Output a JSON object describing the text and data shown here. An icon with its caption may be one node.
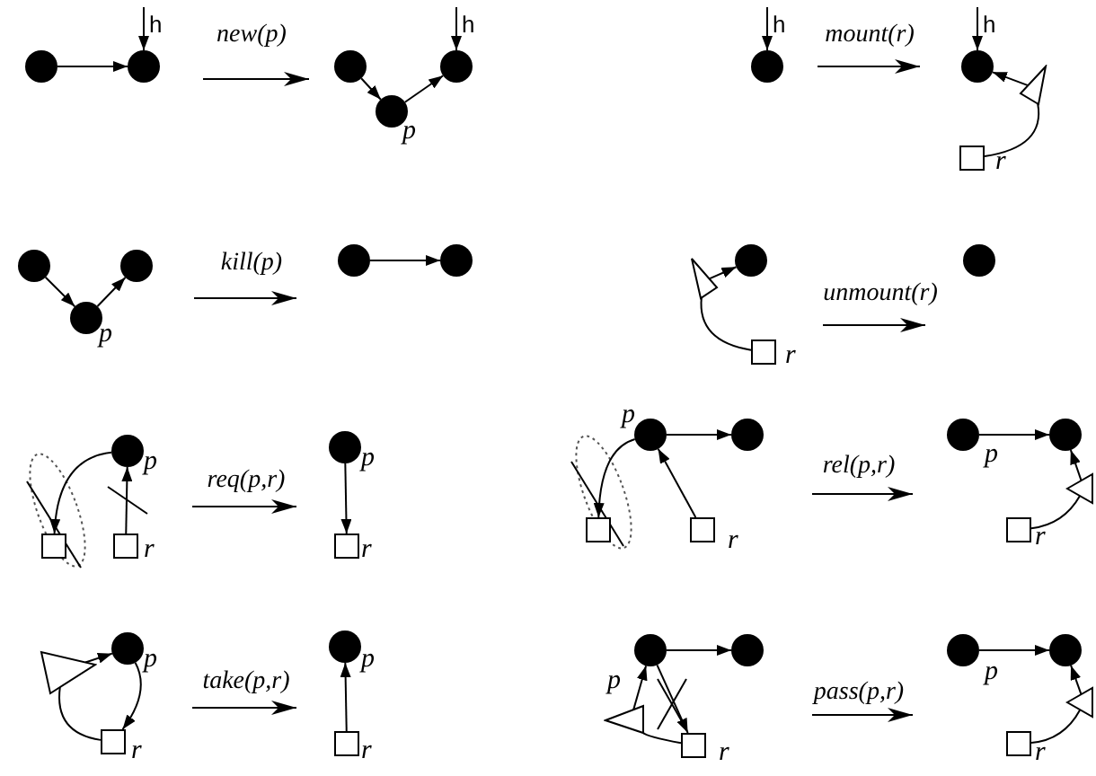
{
  "diagram": {
    "nodes": [
      {
        "text": [],
        "shape": "circle"
      },
      {
        "text": [],
        "shape": "circle"
      },
      {
        "text": [],
        "shape": "circle"
      },
      {
        "text": [],
        "shape": "circle",
        "beside": [
          "p"
        ]
      },
      {
        "text": [],
        "shape": "circle"
      },
      {
        "text": [],
        "shape": "circle"
      },
      {
        "text": [],
        "shape": "circle"
      },
      {
        "text": [],
        "shape": "triangle"
      },
      {
        "text": [],
        "shape": "box",
        "beside": [
          "r"
        ]
      },
      {
        "text": [],
        "shape": "circle"
      },
      {
        "text": [],
        "shape": "circle"
      },
      {
        "text": [],
        "shape": "circle",
        "beside": [
          "p"
        ]
      },
      {
        "text": [],
        "shape": "circle"
      },
      {
        "text": [],
        "shape": "circle"
      },
      {
        "text": [],
        "shape": "triangle"
      },
      {
        "text": [],
        "shape": "circle"
      },
      {
        "text": [],
        "shape": "box",
        "beside": [
          "r"
        ]
      },
      {
        "text": [],
        "shape": "circle"
      },
      {
        "text": [],
        "shape": "circle",
        "beside": [
          "p"
        ]
      },
      {
        "text": [],
        "shape": "box"
      },
      {
        "text": [],
        "shape": "box",
        "beside": [
          "r"
        ]
      },
      {
        "text": [],
        "shape": "circle",
        "beside": [
          "p"
        ]
      },
      {
        "text": [],
        "shape": "box",
        "beside": [
          "r"
        ]
      },
      {
        "text": [],
        "shape": "circle",
        "beside": [
          "p"
        ]
      },
      {
        "text": [],
        "shape": "circle"
      },
      {
        "text": [],
        "shape": "box"
      },
      {
        "text": [],
        "shape": "box",
        "beside": [
          "r"
        ]
      },
      {
        "text": [],
        "shape": "circle",
        "beside": [
          "p"
        ]
      },
      {
        "text": [],
        "shape": "circle"
      },
      {
        "text": [],
        "shape": "triangle"
      },
      {
        "text": [],
        "shape": "box",
        "beside": [
          "r"
        ]
      },
      {
        "text": [],
        "shape": "circle",
        "beside": [
          "p"
        ]
      },
      {
        "text": [],
        "shape": "triangle"
      },
      {
        "text": [],
        "shape": "box",
        "beside": [
          "r"
        ]
      },
      {
        "text": [],
        "shape": "circle",
        "beside": [
          "p"
        ]
      },
      {
        "text": [],
        "shape": "box",
        "beside": [
          "r"
        ]
      },
      {
        "text": [],
        "shape": "circle",
        "beside": [
          "p"
        ]
      },
      {
        "text": [],
        "shape": "circle"
      },
      {
        "text": [],
        "shape": "triangle"
      },
      {
        "text": [],
        "shape": "box",
        "beside": [
          "r"
        ]
      },
      {
        "text": [],
        "shape": "circle",
        "beside": [
          "p"
        ]
      },
      {
        "text": [],
        "shape": "circle"
      },
      {
        "text": [],
        "shape": "triangle"
      },
      {
        "text": [],
        "shape": "box",
        "beside": [
          "r"
        ]
      }
    ],
    "edges": [
      {
        "from": 0,
        "to": 1,
        "arrow": "to"
      },
      {
        "from": null,
        "to": 1,
        "arrow": "to",
        "label": "h"
      },
      {
        "from": 2,
        "to": 3,
        "arrow": "to"
      },
      {
        "from": 3,
        "to": 4,
        "arrow": "to"
      },
      {
        "from": null,
        "to": 4,
        "arrow": "to",
        "label": "h"
      },
      {
        "from": null,
        "to": 5,
        "arrow": "to",
        "label": "h"
      },
      {
        "from": null,
        "to": 6,
        "arrow": "to",
        "label": "h"
      },
      {
        "from": 7,
        "to": 6,
        "arrow": "to"
      },
      {
        "from": 8,
        "to": 7,
        "arrow": "none"
      },
      {
        "from": 9,
        "to": 11,
        "arrow": "to"
      },
      {
        "from": 11,
        "to": 10,
        "arrow": "to"
      },
      {
        "from": 12,
        "to": 13,
        "arrow": "to"
      },
      {
        "from": 14,
        "to": 15,
        "arrow": "to"
      },
      {
        "from": 16,
        "to": 14,
        "arrow": "none"
      },
      {
        "from": 18,
        "to": 19,
        "arrow": "to"
      },
      {
        "from": 20,
        "to": 18,
        "arrow": "to"
      },
      {
        "from": 21,
        "to": 22,
        "arrow": "to"
      },
      {
        "from": 23,
        "to": 24,
        "arrow": "to"
      },
      {
        "from": 23,
        "to": 25,
        "arrow": "to"
      },
      {
        "from": 26,
        "to": 23,
        "arrow": "to"
      },
      {
        "from": 27,
        "to": 28,
        "arrow": "to"
      },
      {
        "from": 29,
        "to": 28,
        "arrow": "to"
      },
      {
        "from": 30,
        "to": 29,
        "arrow": "none"
      },
      {
        "from": 32,
        "to": 31,
        "arrow": "to"
      },
      {
        "from": 33,
        "to": 32,
        "arrow": "none"
      },
      {
        "from": 31,
        "to": 33,
        "arrow": "to"
      },
      {
        "from": 35,
        "to": 34,
        "arrow": "to"
      },
      {
        "from": 36,
        "to": 37,
        "arrow": "to"
      },
      {
        "from": 38,
        "to": 36,
        "arrow": "to"
      },
      {
        "from": 36,
        "to": 39,
        "arrow": "to"
      },
      {
        "from": 39,
        "to": 38,
        "arrow": "none"
      },
      {
        "from": 40,
        "to": 41,
        "arrow": "to"
      },
      {
        "from": 42,
        "to": 41,
        "arrow": "to"
      },
      {
        "from": 43,
        "to": 42,
        "arrow": "none"
      }
    ],
    "labels": [
      "new(p)",
      "mount(r)",
      "kill(p)",
      "unmount(r)",
      "req(p,r)",
      "rel(p,r)",
      "take(p,r)",
      "pass(p,r)"
    ]
  }
}
